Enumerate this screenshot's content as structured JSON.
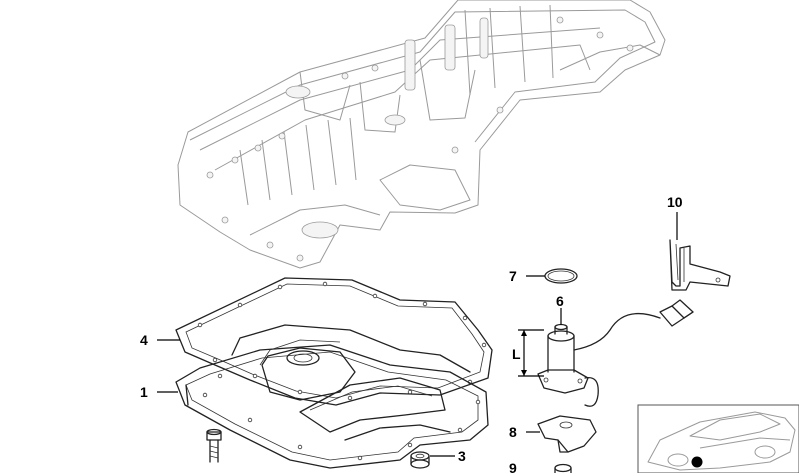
{
  "callouts": {
    "c1": "1",
    "c3": "3",
    "c4": "4",
    "c6": "6",
    "c7": "7",
    "c8": "8",
    "c9": "9",
    "c10": "10",
    "dim": "L"
  },
  "icons": [
    "engine-block-icon",
    "oil-pan-icon",
    "gasket-icon",
    "bolt-icon",
    "sealing-ring-icon",
    "oil-level-sensor-icon",
    "bracket-icon",
    "car-thumbnail-icon"
  ],
  "colors": {
    "line": "#222222",
    "ghost": "#9a9a9a",
    "background": "#ffffff"
  }
}
